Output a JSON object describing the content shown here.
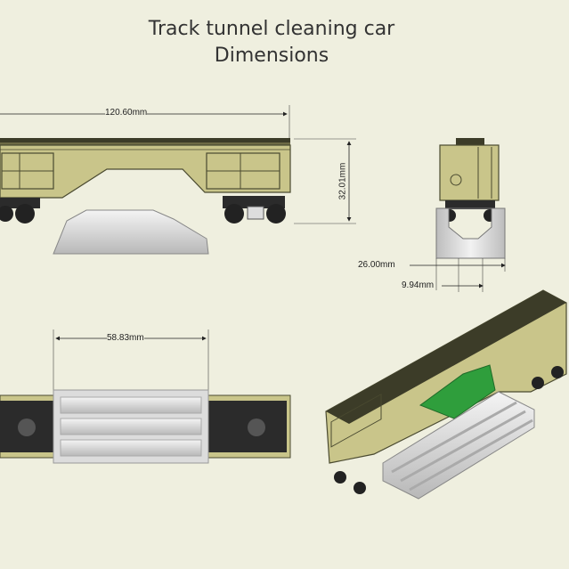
{
  "title": {
    "line1": "Track tunnel cleaning car",
    "line2": "Dimensions"
  },
  "dimensions": {
    "overall_length": "120.60mm",
    "height": "32.01mm",
    "width": "26.00mm",
    "slot_width": "9.94mm",
    "cleaner_length": "58.83mm"
  },
  "colors": {
    "background": "#efefdf",
    "car_body": "#c9c58a",
    "car_dark": "#4a4a30",
    "cleaner": "#d9d9d9",
    "accent_green": "#2f9e3c"
  }
}
